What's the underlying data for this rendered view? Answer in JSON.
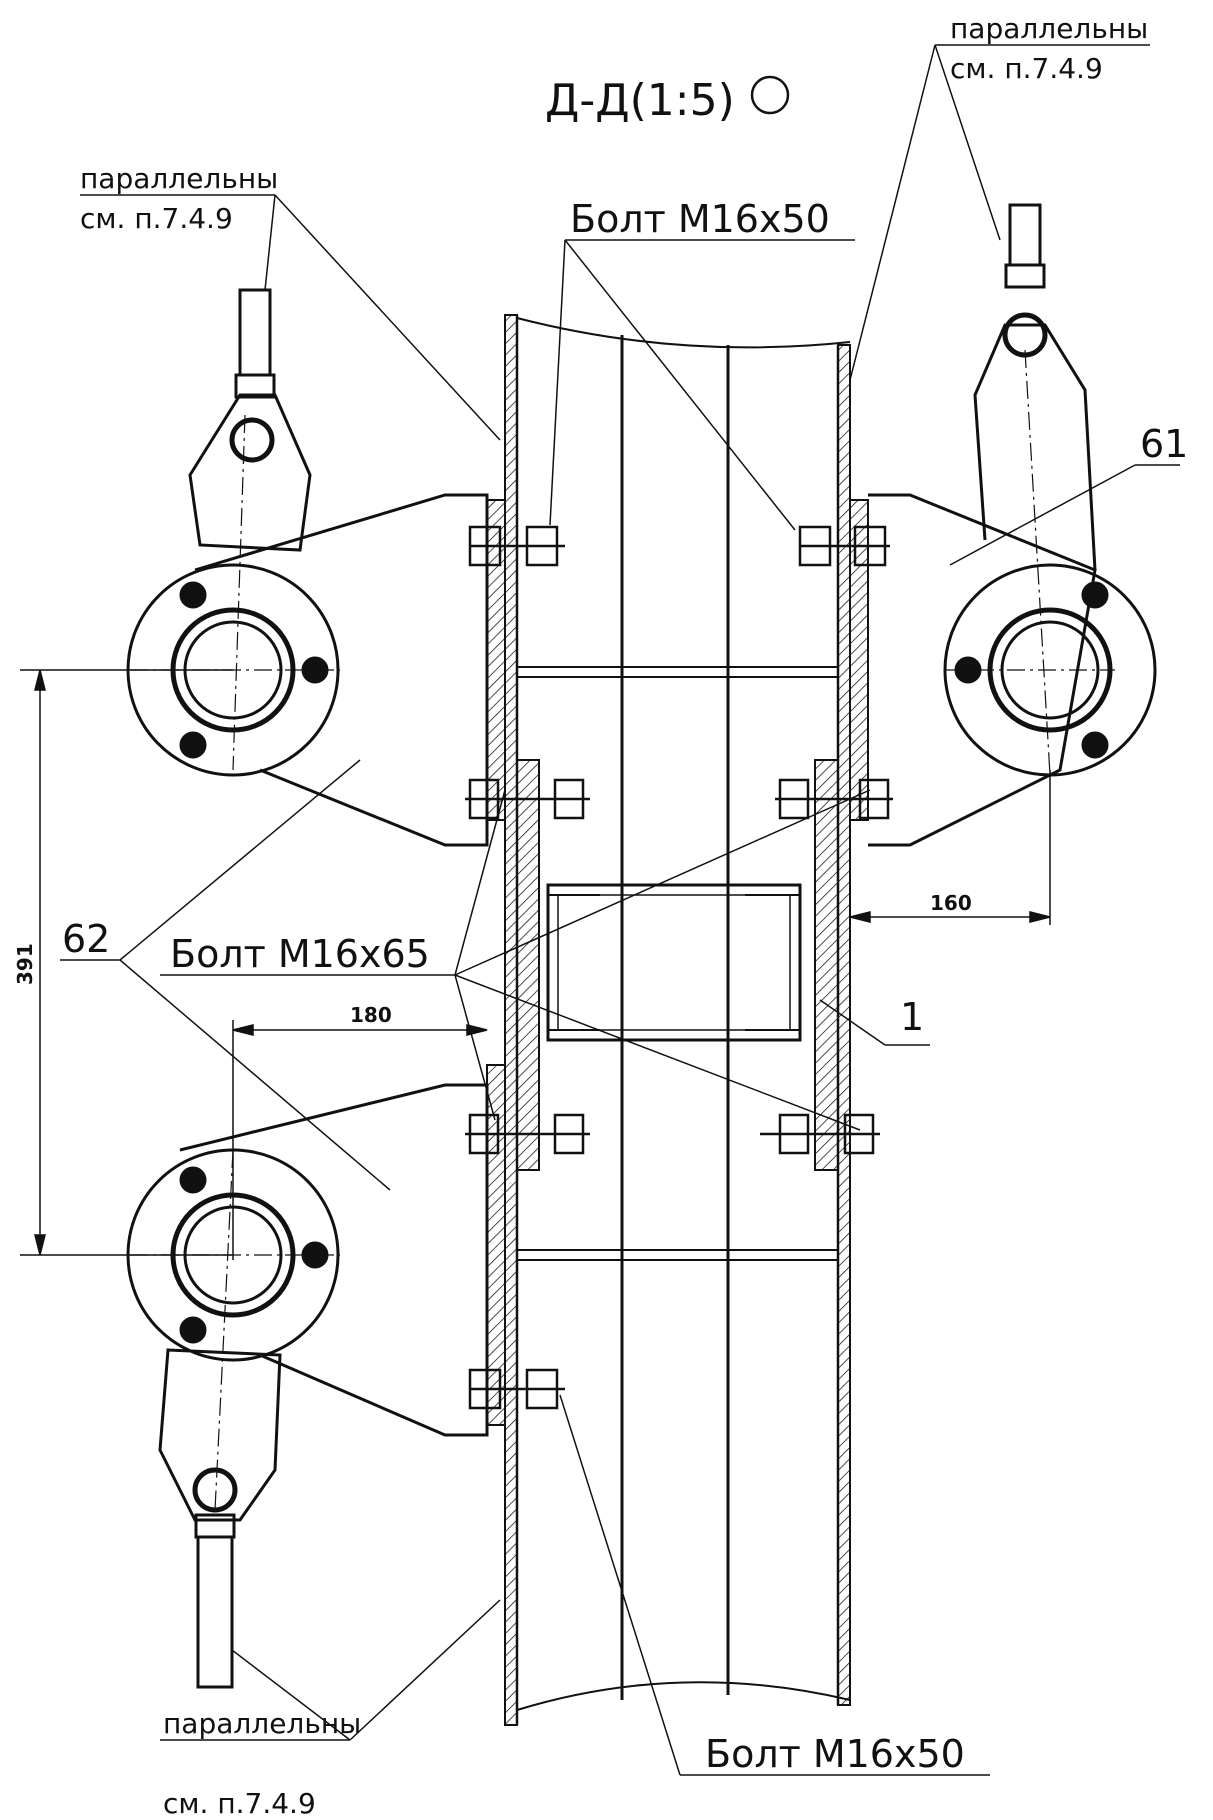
{
  "section_title": "Д-Д(1:5)",
  "notes": {
    "top_left": {
      "line1": "параллельны",
      "line2": "см. п.7.4.9"
    },
    "top_right": {
      "line1": "параллельны",
      "line2": "см. п.7.4.9"
    },
    "bottom_left": {
      "line1": "параллельны",
      "line2": "см. п.7.4.9"
    }
  },
  "bolts": {
    "top": "Болт М16х50",
    "middle": "Болт М16х65",
    "bottom": "Болт М16х50"
  },
  "positions": {
    "p61": "61",
    "p62": "62",
    "p1": "1"
  },
  "dimensions": {
    "d391": "391",
    "d180": "180",
    "d160": "160"
  }
}
